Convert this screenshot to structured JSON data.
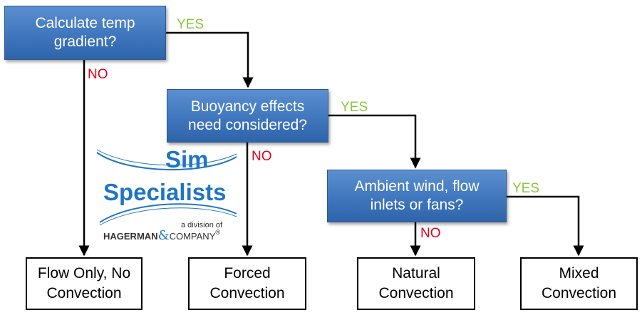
{
  "questions": {
    "q1": {
      "line1": "Calculate temp",
      "line2": "gradient?"
    },
    "q2": {
      "line1": "Buoyancy effects",
      "line2": "need considered?"
    },
    "q3": {
      "line1": "Ambient wind, flow",
      "line2": "inlets or fans?"
    }
  },
  "labels": {
    "yes1": "YES",
    "no1": "NO",
    "yes2": "YES",
    "no2": "NO",
    "yes3": "YES",
    "no3": "NO"
  },
  "outcomes": {
    "o1": {
      "line1": "Flow Only, No",
      "line2": "Convection"
    },
    "o2": {
      "line1": "Forced",
      "line2": "Convection"
    },
    "o3": {
      "line1": "Natural",
      "line2": "Convection"
    },
    "o4": {
      "line1": "Mixed",
      "line2": "Convection"
    }
  },
  "logo": {
    "word1": "Sim",
    "word2": "Specialists",
    "tagline": "a division of",
    "company_a": "HAGERMAN",
    "company_amp": "&",
    "company_b": "COMPANY",
    "reg": "®"
  },
  "colors": {
    "question_fill": "#3f76bd",
    "yes": "#8cc63f",
    "no": "#e0001a",
    "logo_blue": "#1f75c4"
  }
}
